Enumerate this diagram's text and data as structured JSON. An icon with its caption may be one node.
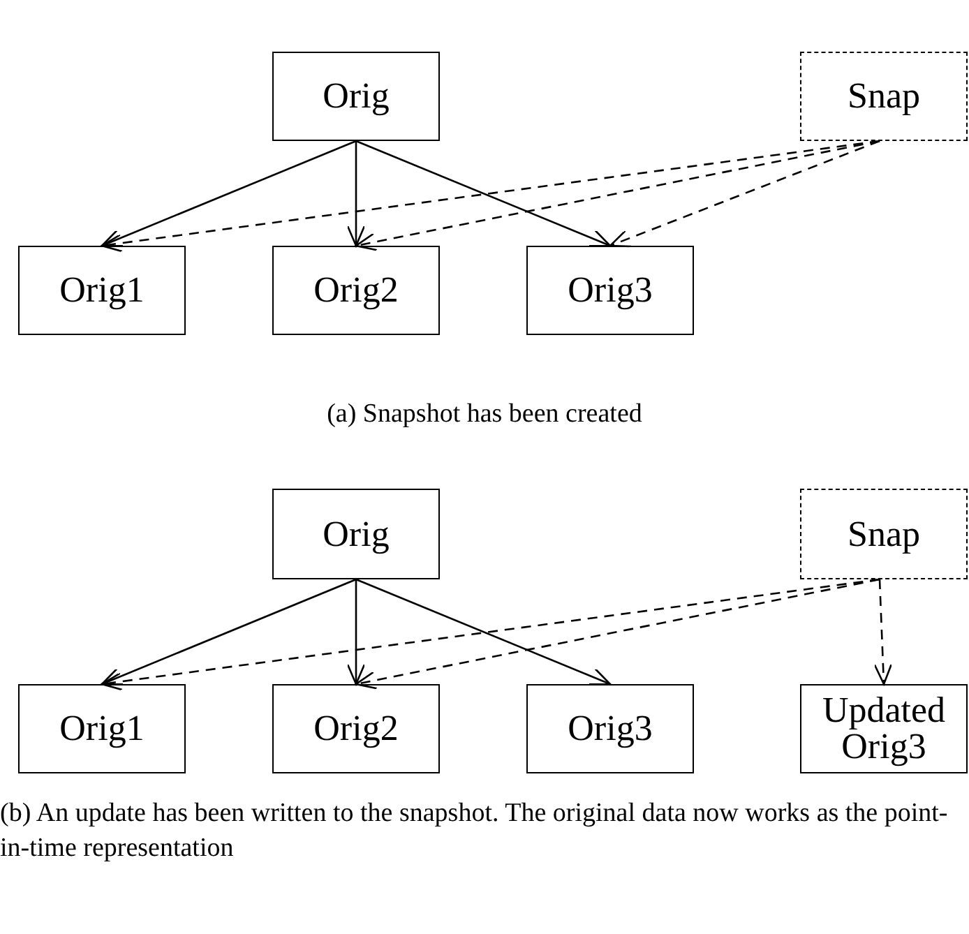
{
  "diagram": {
    "nodes": [
      {
        "text": [
          "Orig"
        ]
      },
      {
        "text": [
          "Snap"
        ]
      },
      {
        "text": [
          "Orig1"
        ]
      },
      {
        "text": [
          "Orig2"
        ]
      },
      {
        "text": [
          "Orig3"
        ]
      },
      {
        "text": [
          "Orig"
        ]
      },
      {
        "text": [
          "Snap"
        ]
      },
      {
        "text": [
          "Orig1"
        ]
      },
      {
        "text": [
          "Orig2"
        ]
      },
      {
        "text": [
          "Orig3"
        ]
      },
      {
        "text": [
          "Updated Orig3"
        ]
      }
    ],
    "edges": [
      {
        "from": 0,
        "to": 2,
        "arrow": "to"
      },
      {
        "from": 0,
        "to": 3,
        "arrow": "to"
      },
      {
        "from": 0,
        "to": 4,
        "arrow": "to"
      },
      {
        "from": 1,
        "to": 2,
        "arrow": "to",
        "style": "dashed"
      },
      {
        "from": 1,
        "to": 3,
        "arrow": "to",
        "style": "dashed"
      },
      {
        "from": 1,
        "to": 4,
        "arrow": "to",
        "style": "dashed"
      },
      {
        "from": 5,
        "to": 7,
        "arrow": "to"
      },
      {
        "from": 5,
        "to": 8,
        "arrow": "to"
      },
      {
        "from": 5,
        "to": 9,
        "arrow": "to"
      },
      {
        "from": 6,
        "to": 7,
        "arrow": "to",
        "style": "dashed"
      },
      {
        "from": 6,
        "to": 8,
        "arrow": "to",
        "style": "dashed"
      },
      {
        "from": 6,
        "to": 10,
        "arrow": "to",
        "style": "dashed"
      }
    ],
    "labels": [
      "(a) Snapshot has been created",
      "(b) An update has been written to the snapshot. The original data now works as the point-in-time representation"
    ]
  }
}
